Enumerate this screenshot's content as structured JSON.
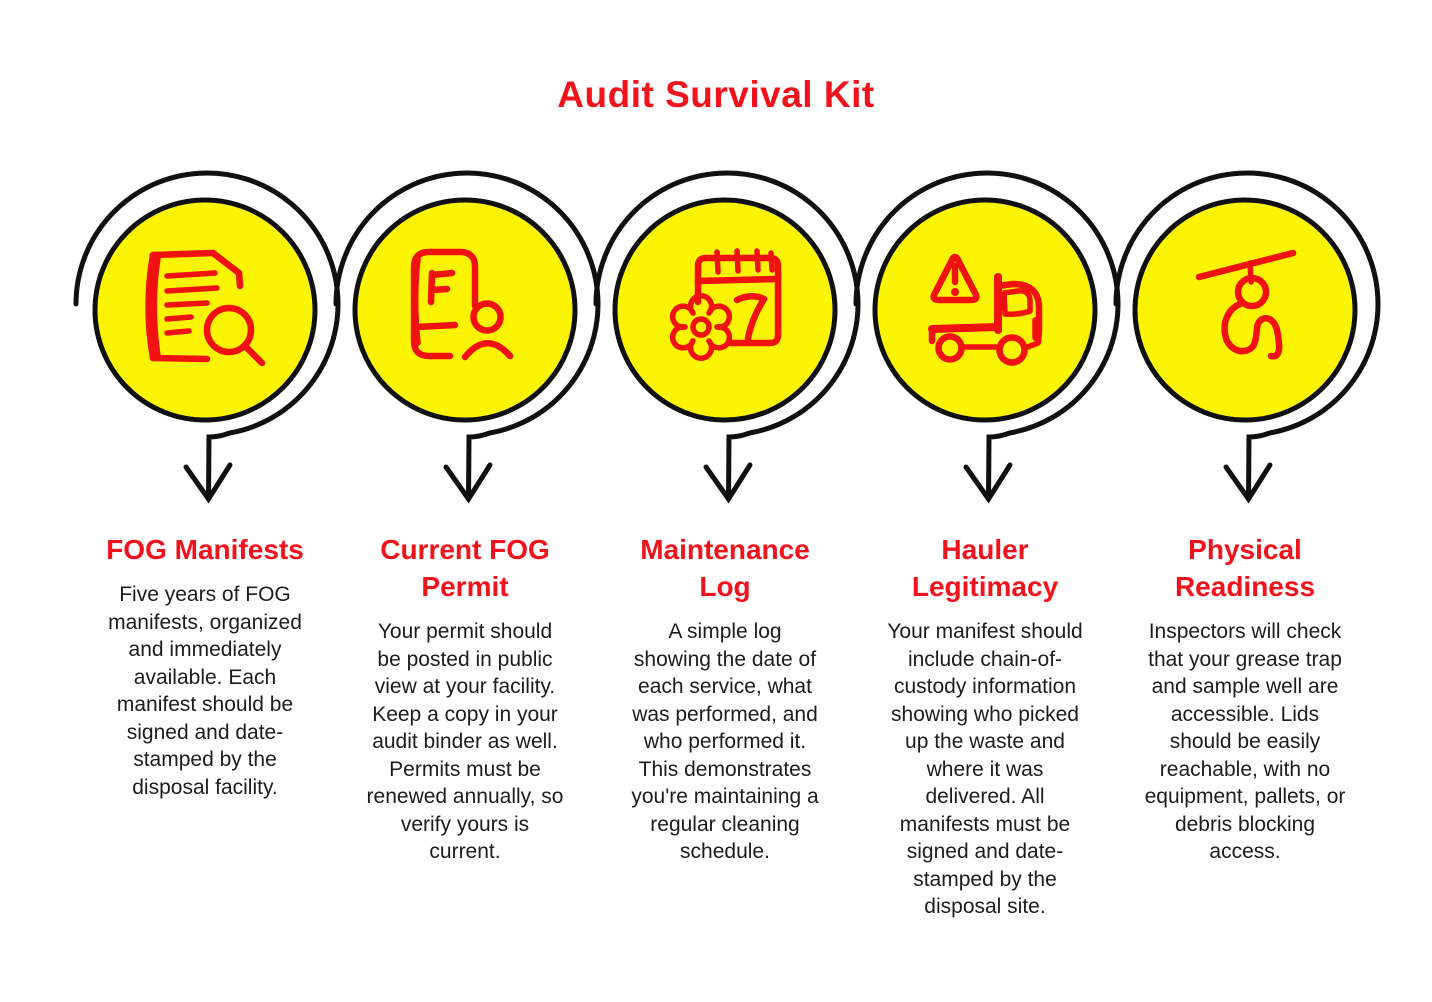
{
  "main_title": "Audit Survival Kit",
  "colors": {
    "accent_red": "#f2121c",
    "icon_red": "#f01111",
    "circle_fill_yellow": "#fbf402",
    "outline_black": "#101010",
    "body_text": "#1c1c1c"
  },
  "sections": [
    {
      "id": "fog-manifests",
      "icon": "document-search-icon",
      "title": "FOG Manifests",
      "description": "Five years of FOG\nmanifests, organized\nand immediately\navailable. Each\nmanifest should be\nsigned and date-\nstamped by the\ndisposal facility."
    },
    {
      "id": "current-fog-permit",
      "icon": "permit-card-user-icon",
      "title": "Current FOG\nPermit",
      "description": "Your permit should\nbe posted in public\nview at your facility.\nKeep a copy in your\naudit binder as well.\nPermits must be\nrenewed annually, so\nverify yours is\ncurrent."
    },
    {
      "id": "maintenance-log",
      "icon": "calendar-gear-icon",
      "title": "Maintenance\nLog",
      "description": "A simple log\nshowing the date of\neach service, what\nwas performed, and\nwho performed it.\nThis demonstrates\nyou're maintaining a\nregular cleaning\nschedule."
    },
    {
      "id": "hauler-legitimacy",
      "icon": "warning-truck-icon",
      "title": "Hauler\nLegitimacy",
      "description": "Your manifest should\ninclude chain-of-\ncustody information\nshowing who picked\nup the waste and\nwhere it was\ndelivered. All\nmanifests must be\nsigned and date-\nstamped by the\ndisposal site."
    },
    {
      "id": "physical-readiness",
      "icon": "zipline-person-icon",
      "title": "Physical\nReadiness",
      "description": "Inspectors will check\nthat your grease trap\nand sample well are\naccessible. Lids\nshould be easily\nreachable, with no\nequipment, pallets, or\ndebris blocking\naccess."
    }
  ]
}
